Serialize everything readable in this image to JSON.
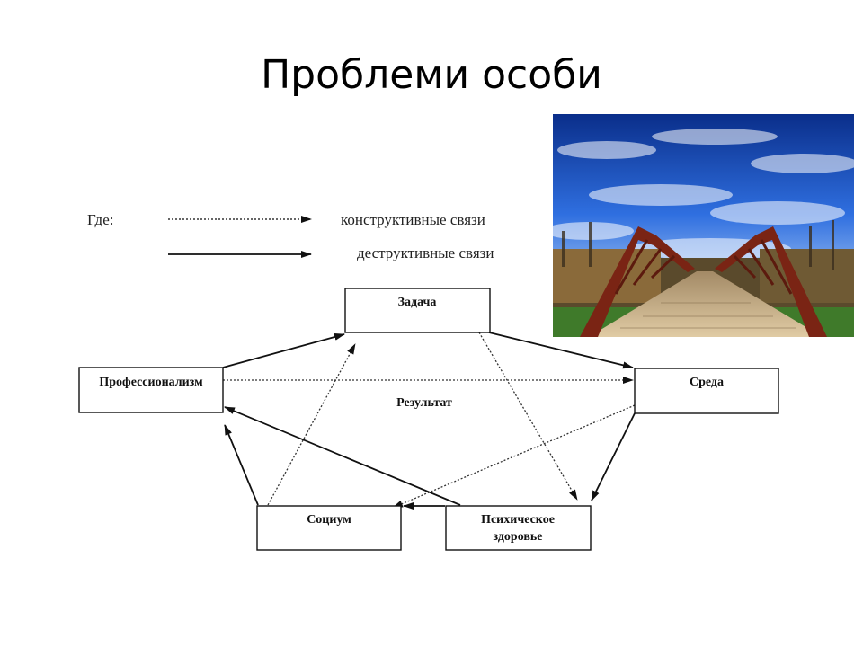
{
  "slide": {
    "title": "Проблеми особи"
  },
  "legend": {
    "where_label": "Где:",
    "constructive_label": "конструктивные связи",
    "destructive_label": "деструктивные связи"
  },
  "diagram": {
    "nodes": {
      "task": "Задача",
      "professionalism": "Профессионализм",
      "environment": "Среда",
      "society": "Социум",
      "health_line1": "Психическое",
      "health_line2": "здоровье",
      "result": "Результат"
    }
  },
  "image": {
    "subject": "wooden-bridge-under-cloudy-sky"
  }
}
